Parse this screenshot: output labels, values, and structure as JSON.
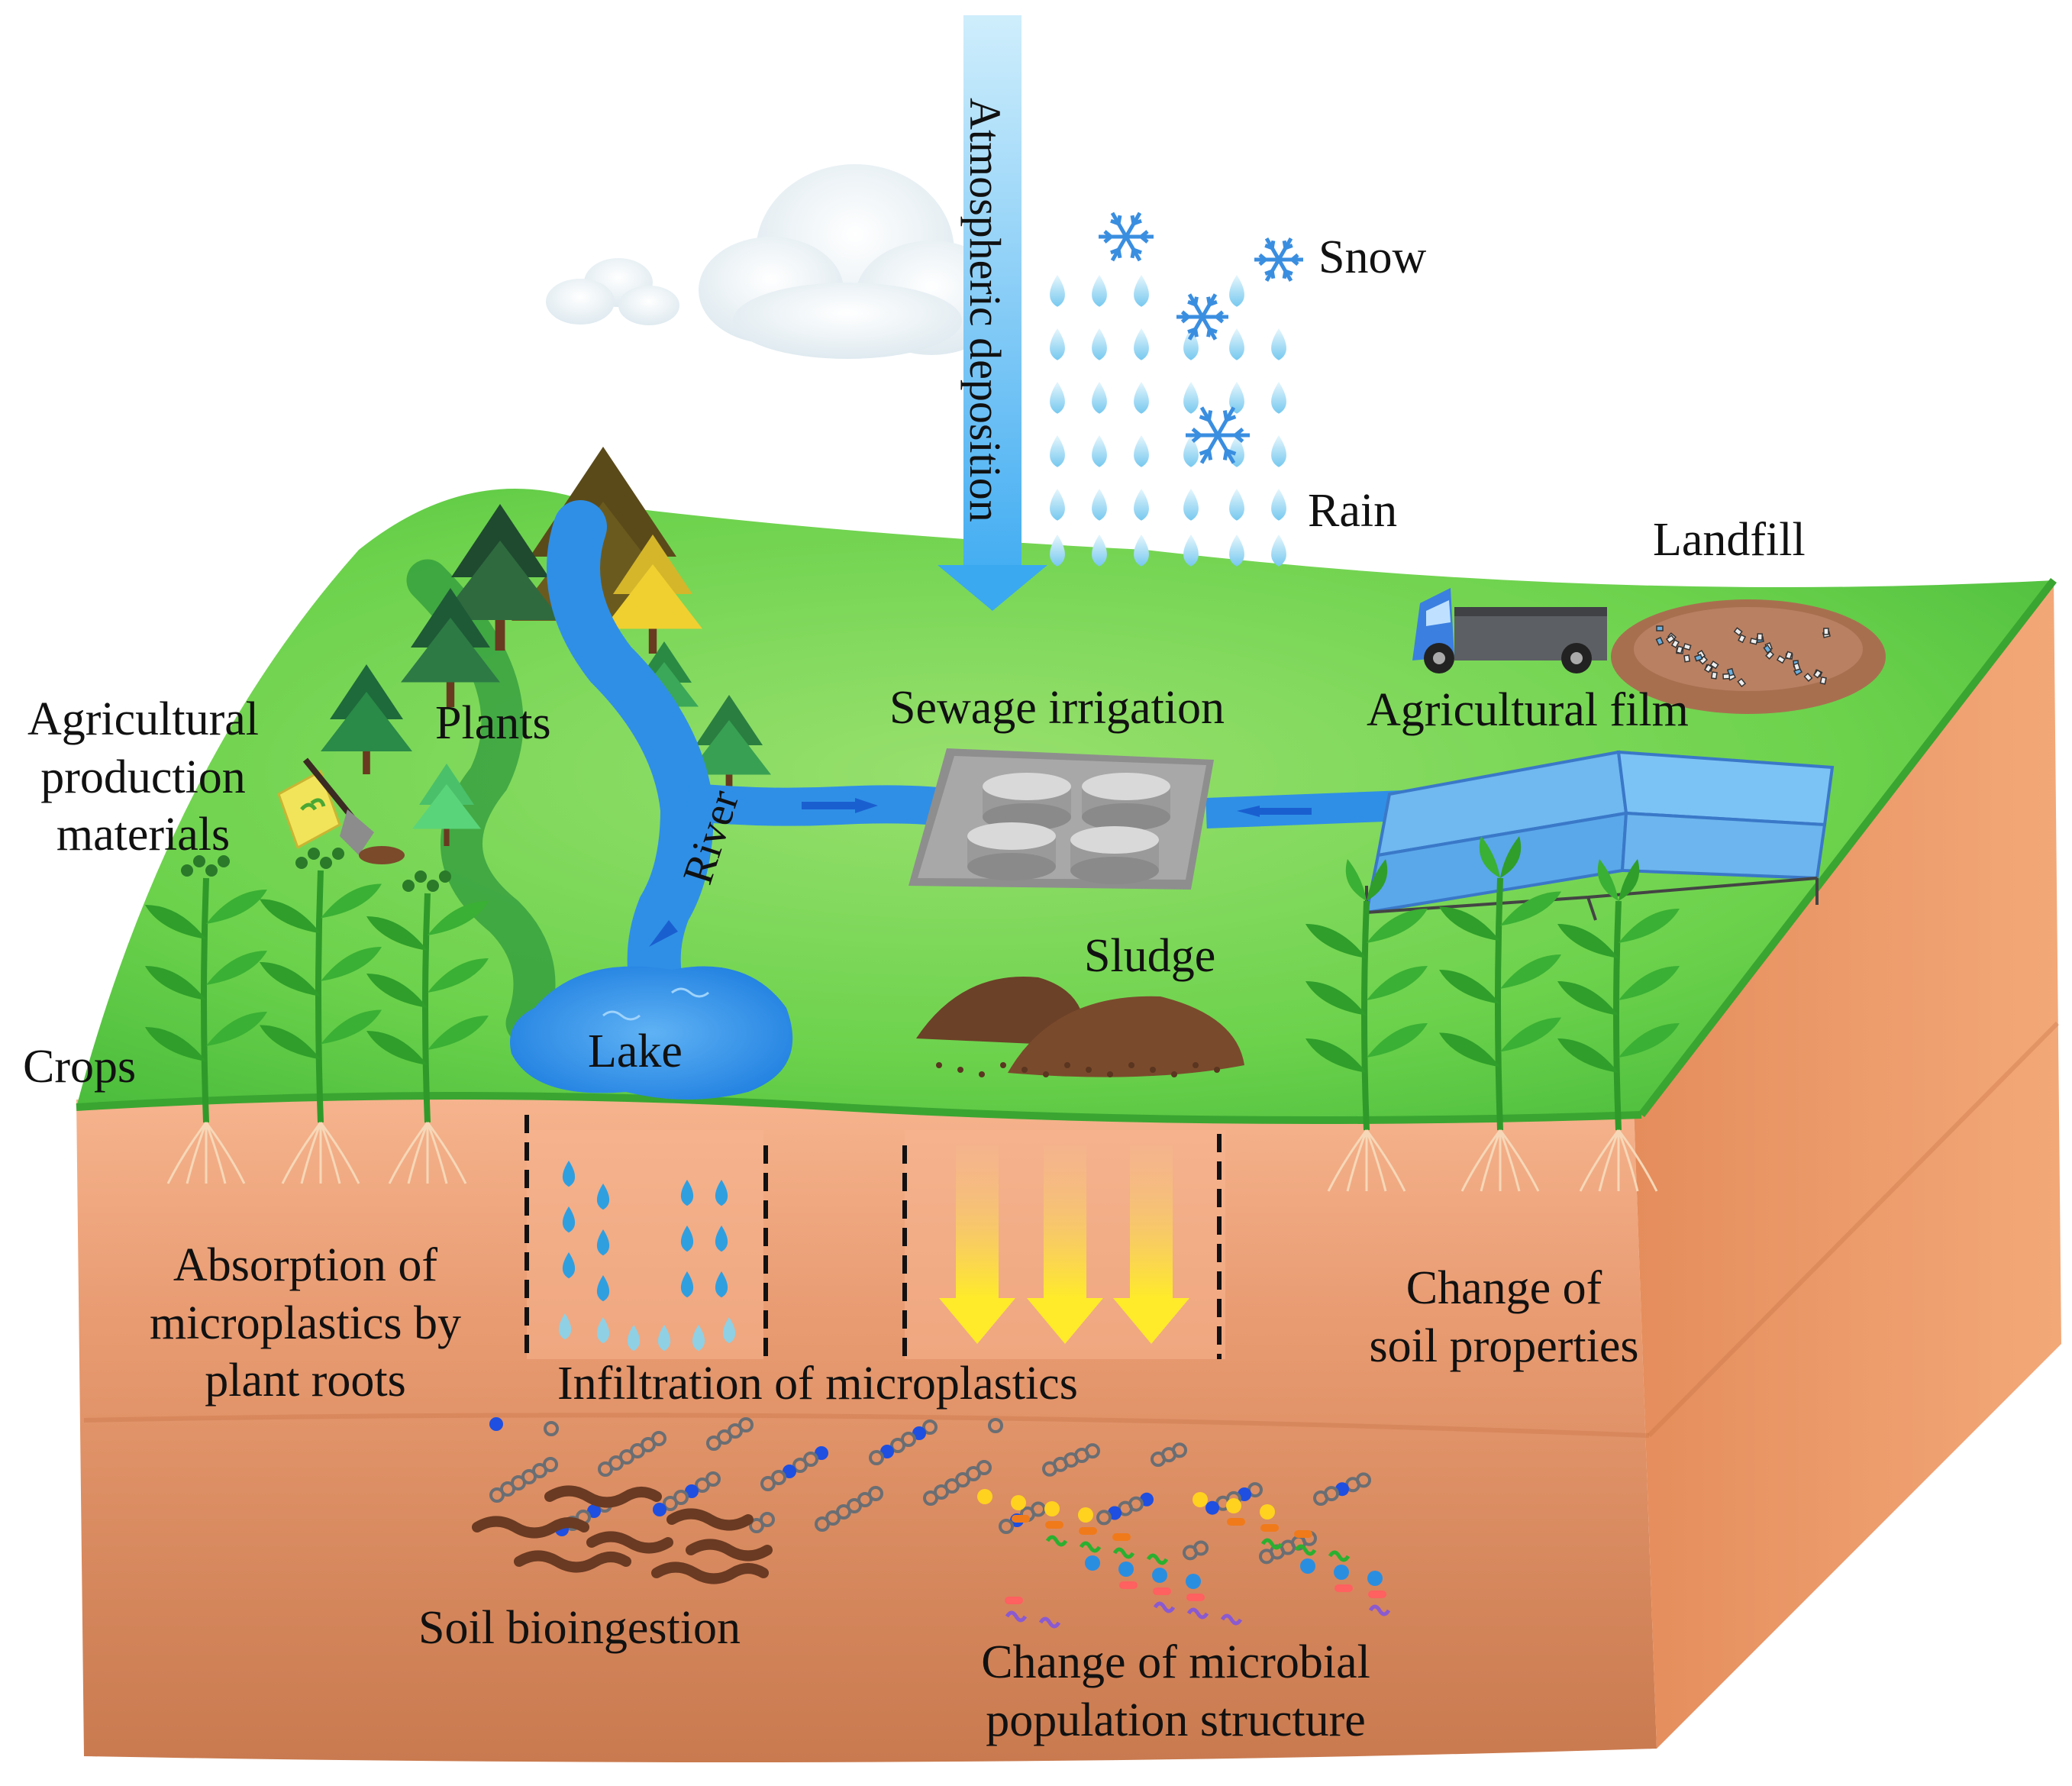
{
  "labels": {
    "atmospheric_deposition": "Atmospheric deposition",
    "snow": "Snow",
    "rain": "Rain",
    "landfill": "Landfill",
    "agricultural_film": "Agricultural film",
    "sewage_irrigation": "Sewage irrigation",
    "agricultural_production_materials": [
      "Agricultural",
      "production",
      "materials"
    ],
    "plants": "Plants",
    "river": "River",
    "lake": "Lake",
    "sludge": "Sludge",
    "crops": "Crops",
    "absorption": [
      "Absorption of",
      "microplastics  by",
      "plant  roots"
    ],
    "infiltration": "Infiltration of microplastics",
    "change_soil": [
      "Change  of",
      "soil properties"
    ],
    "soil_bioingestion": "Soil bioingestion",
    "change_microbial": [
      "Change of microbial",
      "population structure"
    ]
  },
  "colors": {
    "grass": "#5cc944",
    "grass_light": "#8fdc6a",
    "soil_top": "#f2a57f",
    "soil_mid": "#e0956a",
    "soil_deep": "#c9774c",
    "water": "#2f8fe6",
    "atmosphere_arrow": "#6ec3f5",
    "rain_drop": "#7fcdf0",
    "yellow_arrow": "#ffe94a",
    "sludge": "#6b4127"
  },
  "icons": [
    "cloud-icon",
    "snowflake-icon",
    "raindrop-icon",
    "truck-icon",
    "greenhouse-icon",
    "tree-icon",
    "shovel-bag-icon",
    "tank-icon",
    "sludge-icon",
    "crop-icon",
    "earthworm-icon",
    "microbe-icon",
    "microplastic-icon"
  ]
}
